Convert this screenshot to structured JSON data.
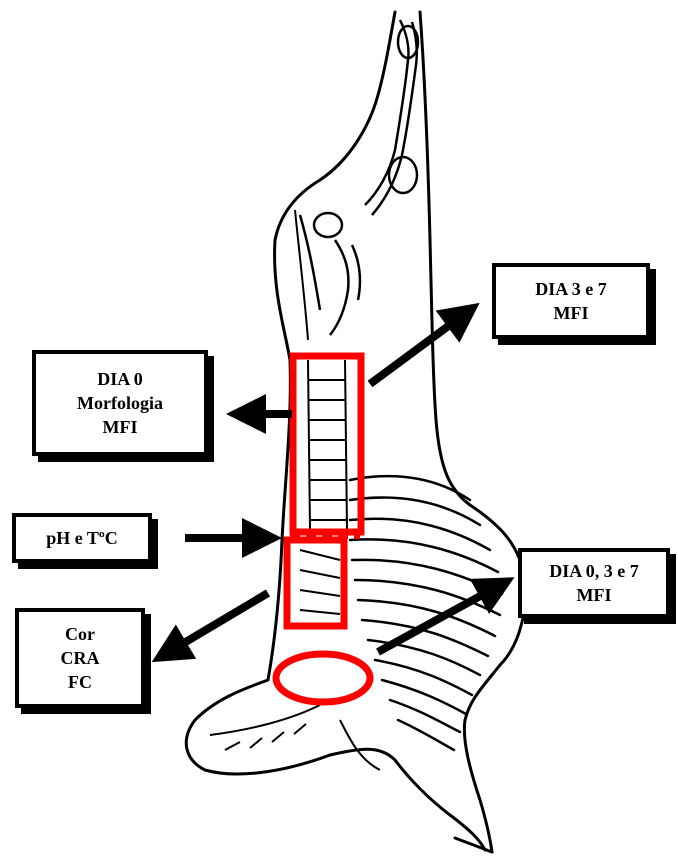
{
  "colors": {
    "ink": "#000000",
    "highlight": "#ff0000",
    "background": "#ffffff"
  },
  "labels": {
    "dia_3_7": {
      "line1": "DIA 3 e 7",
      "line2": "MFI"
    },
    "dia_0": {
      "line1": "DIA 0",
      "line2": "Morfologia",
      "line3": "MFI"
    },
    "ph_temp": {
      "line1": "pH e TºC"
    },
    "cor": {
      "line1": "Cor",
      "line2": "CRA",
      "line3": "FC"
    },
    "dia_0_3_7": {
      "line1": "DIA 0, 3 e 7",
      "line2": "MFI"
    }
  }
}
